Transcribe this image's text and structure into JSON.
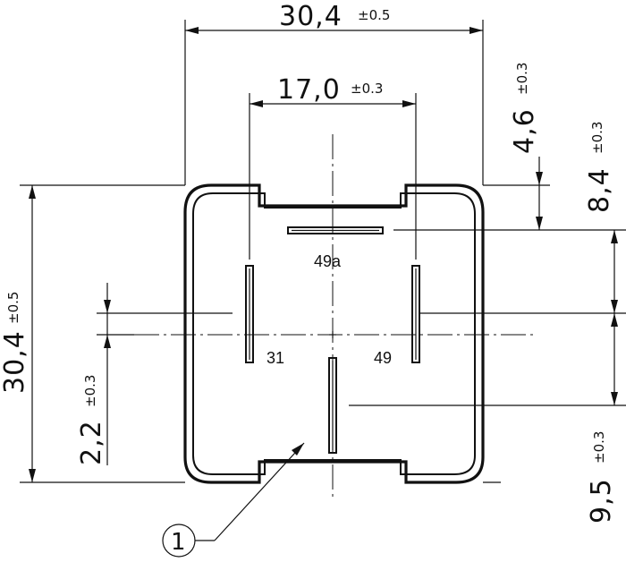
{
  "dimensions": {
    "top_width": {
      "value": "30,4",
      "tol": "±0.5"
    },
    "pin_spacing": {
      "value": "17,0",
      "tol": "±0.3"
    },
    "offset_right_top": {
      "value": "4,6",
      "tol": "±0.3"
    },
    "offset_right_mid": {
      "value": "8,4",
      "tol": "±0.3"
    },
    "offset_right_bottom": {
      "value": "9,5",
      "tol": "±0.3"
    },
    "left_height": {
      "value": "30,4",
      "tol": "±0.5"
    },
    "left_small": {
      "value": "2,2",
      "tol": "±0.3"
    }
  },
  "pins": {
    "top": "49a",
    "left": "31",
    "right": "49"
  },
  "callout": "1"
}
